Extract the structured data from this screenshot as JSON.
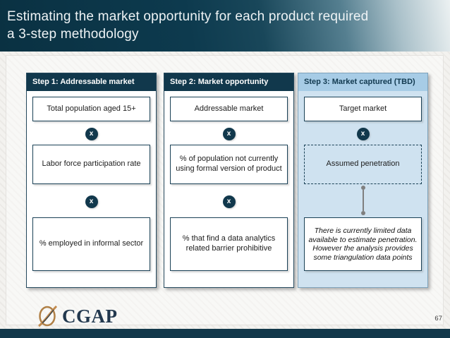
{
  "banner": {
    "title_line1": "Estimating the market opportunity for each product required",
    "title_line2": "a 3-step methodology"
  },
  "columns": [
    {
      "header": "Step 1: Addressable market",
      "style": "dark",
      "boxes": [
        "Total population aged 15+",
        "Labor force participation rate",
        "% employed in informal sector"
      ],
      "operators": [
        "x",
        "x"
      ]
    },
    {
      "header": "Step 2: Market opportunity",
      "style": "dark",
      "boxes": [
        "Addressable market",
        "% of population not currently using formal version of product",
        "% that find a data analytics related barrier prohibitive"
      ],
      "operators": [
        "x",
        "x"
      ]
    },
    {
      "header": "Step 3: Market captured (TBD)",
      "style": "light",
      "boxes": [
        "Target market",
        "Assumed penetration",
        "There is currently limited data available to estimate penetration. However the analysis provides some triangulation data points"
      ],
      "operators": [
        "x"
      ]
    }
  ],
  "footer": {
    "logo_text": "CGAP",
    "page_number": "67"
  },
  "colors": {
    "banner_dark": "#0d3a4e",
    "navy": "#11384c",
    "light_blue_header": "#a7cce6",
    "card3_background": "#cfe2f0",
    "connector_gray": "#7f7f7f",
    "logo_orange": "#c28a4e",
    "background": "#f3f2ef"
  }
}
